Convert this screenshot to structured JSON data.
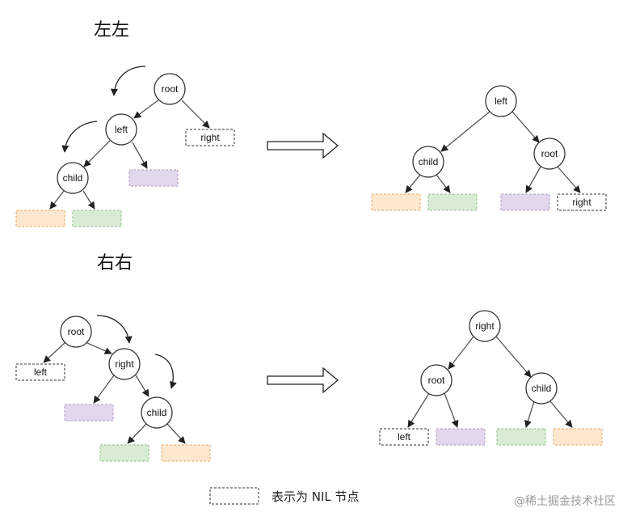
{
  "titles": {
    "left_left": "左左",
    "right_right": "右右"
  },
  "diagram1": {
    "before": {
      "root": "root",
      "left": "left",
      "child": "child",
      "nil_right": "right"
    },
    "after": {
      "left": "left",
      "child": "child",
      "root": "root",
      "nil_right": "right"
    }
  },
  "diagram2": {
    "before": {
      "root": "root",
      "right": "right",
      "child": "child",
      "nil_left": "left"
    },
    "after": {
      "right": "right",
      "root": "root",
      "child": "child",
      "nil_left": "left"
    }
  },
  "legend": {
    "text": "表示为 NIL 节点"
  },
  "watermark": "@稀土掘金技术社区",
  "colors": {
    "orange_fill": "#fde8cf",
    "orange_stroke": "#e6a85c",
    "green_fill": "#d8ecd4",
    "green_stroke": "#8cc084",
    "purple_fill": "#e2d7ec",
    "purple_stroke": "#b39ac9",
    "node_stroke": "#333333",
    "edge": "#555555"
  }
}
